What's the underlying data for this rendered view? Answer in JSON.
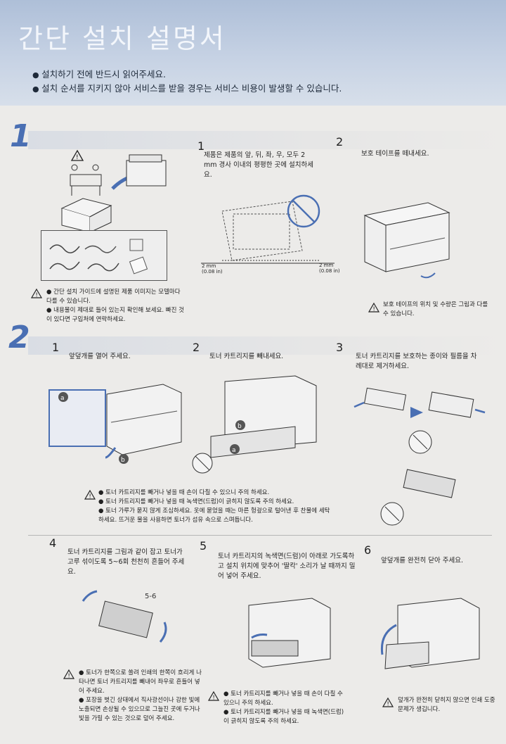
{
  "header": {
    "title": "간단 설치 설명서",
    "bullets": [
      "설치하기 전에 반드시 읽어주세요.",
      "설치 순서를 지키지 않아 서비스를 받을 경우는 서비스 비용이 발생할 수 있습니다."
    ]
  },
  "section1": {
    "number": "1",
    "notes": [
      "간단 설치 가이드에 설명된 제품 이미지는 모델마다 다를 수 있습니다.",
      "내용물이 제대로 들어 있는지 확인해 보세요. 빠진 것이 있다면 구입처에 연락하세요."
    ],
    "steps": [
      {
        "num": "1",
        "text": "제품은 제품의 앞, 뒤, 좌, 우, 모두 2 mm 경사 이내의 평평한 곳에 설치하세요.",
        "label_mm": "2 mm",
        "label_in": "(0.08 in)"
      },
      {
        "num": "2",
        "text": "보호 테이프를 떼내세요.",
        "note": "보호 테이프의 위치 및 수량은 그림과 다를 수 있습니다."
      }
    ]
  },
  "section2": {
    "number": "2",
    "steps": [
      {
        "num": "1",
        "text": "앞덮개를 열어 주세요.",
        "label_a": "a",
        "label_b": "b"
      },
      {
        "num": "2",
        "text": "토너 카트리지를 빼내세요.",
        "label_a": "a",
        "label_b": "b"
      },
      {
        "num": "3",
        "text": "토너 카트리지를 보호하는 종이와 필름을 차례대로 제거하세요."
      },
      {
        "num": "4",
        "text": "토너 카트리지를 그림과 같이 잡고 토너가 고루 섞이도록 5~6회 천천히 흔들어 주세요.",
        "shake_label": "5-6",
        "notes": [
          "토너가 한쪽으로 쏠려 인쇄의 한쪽이 흐리게 나타나면 토너 카트리지를 빼내어 좌우로 흔들어 넣어 주세요.",
          "포장을 벗긴 상태에서 직사광선이나 강한 빛에 노출되면 손상될 수 있으므로 그늘진 곳에 두거나 빛을 가릴 수 있는 것으로 덮어 주세요."
        ]
      },
      {
        "num": "5",
        "text": "토너 카트리지의 녹색면(드럼)이 아래로 가도록하고 설치 위치에 맞추어 '딸칵' 소리가 날 때까지 밀어 넣어 주세요.",
        "notes": [
          "토너 카트리지를 빼거나 넣을 때 손이 다칠 수 있으니 주의 하세요.",
          "토너 카트리지를 빼거나 넣을 때 녹색면(드럼)이 긁히지 않도록 주의 하세요."
        ]
      },
      {
        "num": "6",
        "text": "앞덮개를 완전히 닫아 주세요.",
        "note": "덮개가 완전히 닫히지 않으면 인쇄 도중 문제가 생깁니다."
      }
    ],
    "mid_notes": [
      "토너 카트리지를 빼거나 넣을 때 손이 다칠 수 있으니 주의 하세요.",
      "토너 카트리지를 빼거나 넣을 때 녹색면(드럼)이 긁히지 않도록 주의 하세요.",
      "토너 가루가 묻지 않게 조심하세요. 옷에 묻었을 때는 마른 헝겊으로 털어낸 후 찬물에 세탁하세요. 뜨거운 물을 사용하면 토너가 섬유 속으로 스며듭니다."
    ]
  },
  "colors": {
    "accent": "#4a6fb3",
    "header": "#aebfd8",
    "page": "#ecebe9"
  }
}
